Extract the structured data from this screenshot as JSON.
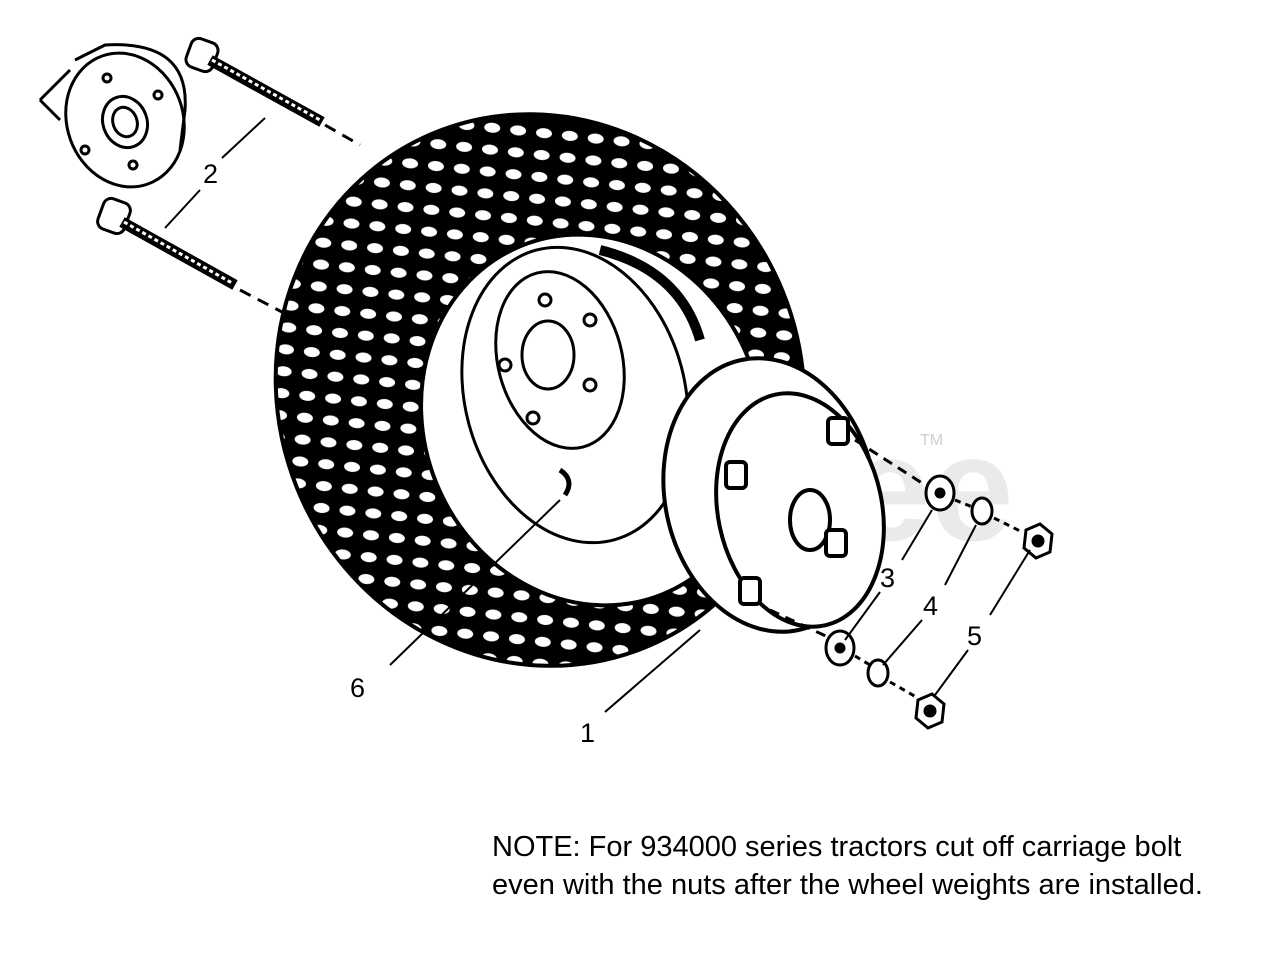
{
  "callouts": {
    "c1": "1",
    "c2": "2",
    "c3": "3",
    "c4": "4",
    "c5": "5",
    "c6": "6"
  },
  "watermark": {
    "text": "PartsTree",
    "tm": "TM"
  },
  "note": "NOTE:  For 934000 series tractors cut off carriage bolt even with the nuts after the wheel weights are installed."
}
